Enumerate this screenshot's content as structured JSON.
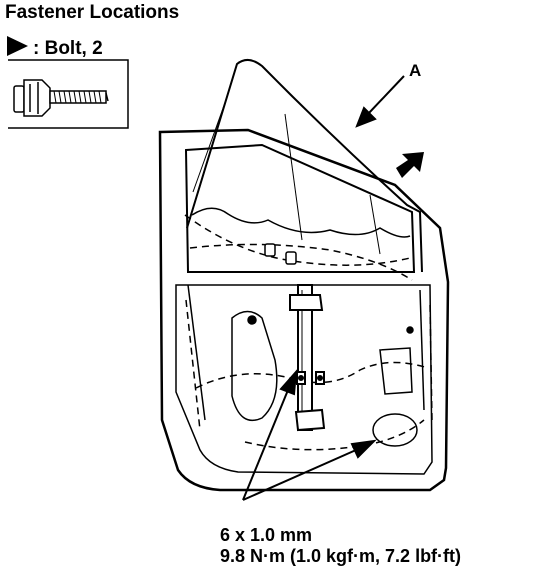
{
  "title": "Fastener Locations",
  "legend": {
    "label": ": Bolt, 2",
    "marker_icon": "triangle-marker-icon",
    "bolt_icon": "flange-bolt-icon"
  },
  "callout": {
    "label": "A"
  },
  "spec": {
    "size": "6 x 1.0 mm",
    "torque": "9.8 N·m (1.0 kgf·m, 7.2 lbf·ft)"
  },
  "colors": {
    "ink": "#000000",
    "paper": "#ffffff"
  }
}
